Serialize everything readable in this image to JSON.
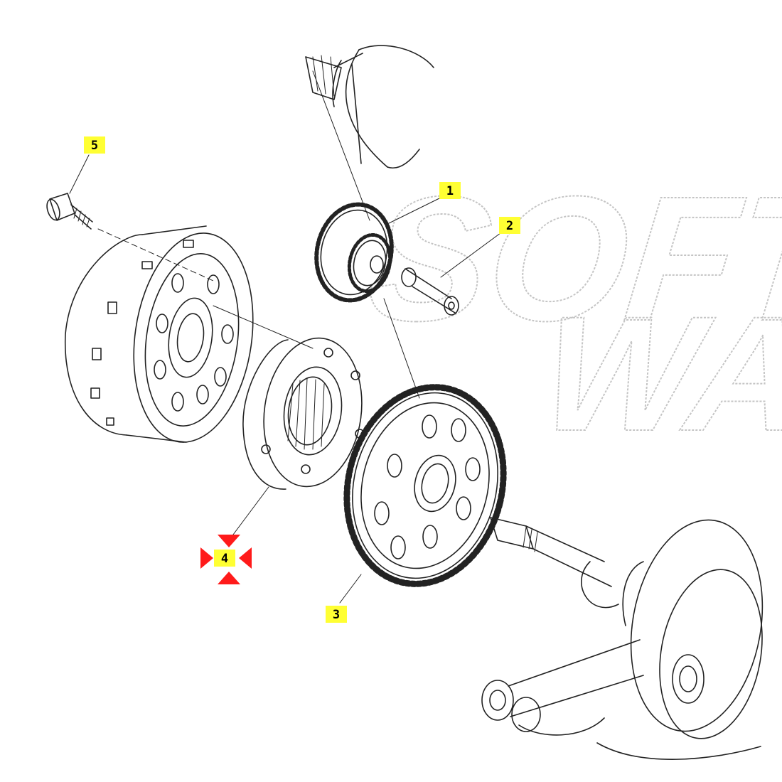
{
  "diagram": {
    "type": "exploded-parts-diagram",
    "callouts": [
      {
        "id": "1",
        "label": "1",
        "style": "yellow-box"
      },
      {
        "id": "2",
        "label": "2",
        "style": "yellow-box"
      },
      {
        "id": "3",
        "label": "3",
        "style": "yellow-box"
      },
      {
        "id": "4",
        "label": "4",
        "style": "yellow-box-selected"
      },
      {
        "id": "5",
        "label": "5",
        "style": "yellow-box"
      }
    ],
    "watermark": {
      "line1": "SOFT",
      "line2": "WA"
    },
    "colors": {
      "callout_fill": "#ffff33",
      "selection_marker": "#ff1a1a",
      "line_art": "#222222",
      "watermark_stroke": "#bdbdbd"
    }
  }
}
